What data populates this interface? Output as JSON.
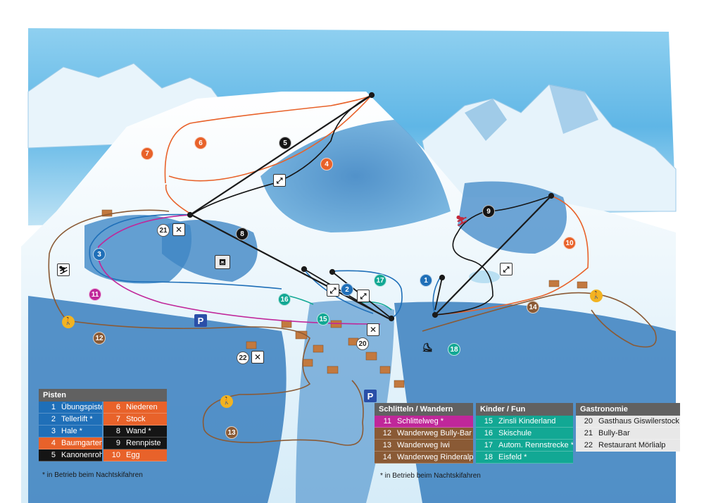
{
  "colors": {
    "blue": "#1f6fb8",
    "orange": "#e8622a",
    "black": "#151515",
    "magenta": "#c0279a",
    "brown": "#8a5a35",
    "teal": "#12a894",
    "parking": "#2a4fa8",
    "walker": "#f2b321"
  },
  "map": {
    "markers": {
      "m1": "1",
      "m2": "2",
      "m3": "3",
      "m4": "4",
      "m5": "5",
      "m6": "6",
      "m7": "7",
      "m8": "8",
      "m9": "9",
      "m10": "10",
      "m11": "11",
      "m12": "12",
      "m13": "13",
      "m14": "14",
      "m15": "15",
      "m16": "16",
      "m17": "17",
      "m18": "18",
      "m20": "20",
      "m21": "21",
      "m22": "22"
    },
    "parking_label": "P",
    "icons": [
      "ski-lift-icon",
      "chairlift-icon",
      "sled-icon",
      "skate-icon",
      "hiker-icon",
      "restaurant-icon",
      "parking-icon",
      "skier-icon"
    ]
  },
  "legend": {
    "pisten": {
      "title": "Pisten",
      "left": [
        {
          "num": "1",
          "name": "Übungspiste",
          "color": "blue"
        },
        {
          "num": "2",
          "name": "Tellerlift *",
          "color": "blue"
        },
        {
          "num": "3",
          "name": "Hale *",
          "color": "blue"
        },
        {
          "num": "4",
          "name": "Baumgarten",
          "color": "orange"
        },
        {
          "num": "5",
          "name": "Kanonenrohr",
          "color": "black"
        }
      ],
      "right": [
        {
          "num": "6",
          "name": "Niederen",
          "color": "orange"
        },
        {
          "num": "7",
          "name": "Stock",
          "color": "orange"
        },
        {
          "num": "8",
          "name": "Wand *",
          "color": "black"
        },
        {
          "num": "9",
          "name": "Rennpiste",
          "color": "black"
        },
        {
          "num": "10",
          "name": "Egg",
          "color": "orange"
        }
      ],
      "note": "* in Betrieb beim Nachtskifahren"
    },
    "schlitteln": {
      "title": "Schlitteln / Wandern",
      "rows": [
        {
          "num": "11",
          "name": "Schlittelweg *",
          "color": "magenta"
        },
        {
          "num": "12",
          "name": "Wanderweg Bully-Bar",
          "color": "brown"
        },
        {
          "num": "13",
          "name": "Wanderweg Iwi",
          "color": "brown"
        },
        {
          "num": "14",
          "name": "Wanderweg Rinderalp",
          "color": "brown"
        }
      ],
      "note": "* in Betrieb beim Nachtskifahren"
    },
    "kinder": {
      "title": "Kinder / Fun",
      "rows": [
        {
          "num": "15",
          "name": "Zinsli Kinderland",
          "color": "teal"
        },
        {
          "num": "16",
          "name": "Skischule",
          "color": "teal"
        },
        {
          "num": "17",
          "name": "Autom. Rennstrecke *",
          "color": "teal"
        },
        {
          "num": "18",
          "name": "Eisfeld *",
          "color": "teal"
        }
      ]
    },
    "gastro": {
      "title": "Gastronomie",
      "rows": [
        {
          "num": "20",
          "name": "Gasthaus Giswilerstock"
        },
        {
          "num": "21",
          "name": "Bully-Bar"
        },
        {
          "num": "22",
          "name": "Restaurant Mörlialp"
        }
      ]
    }
  }
}
